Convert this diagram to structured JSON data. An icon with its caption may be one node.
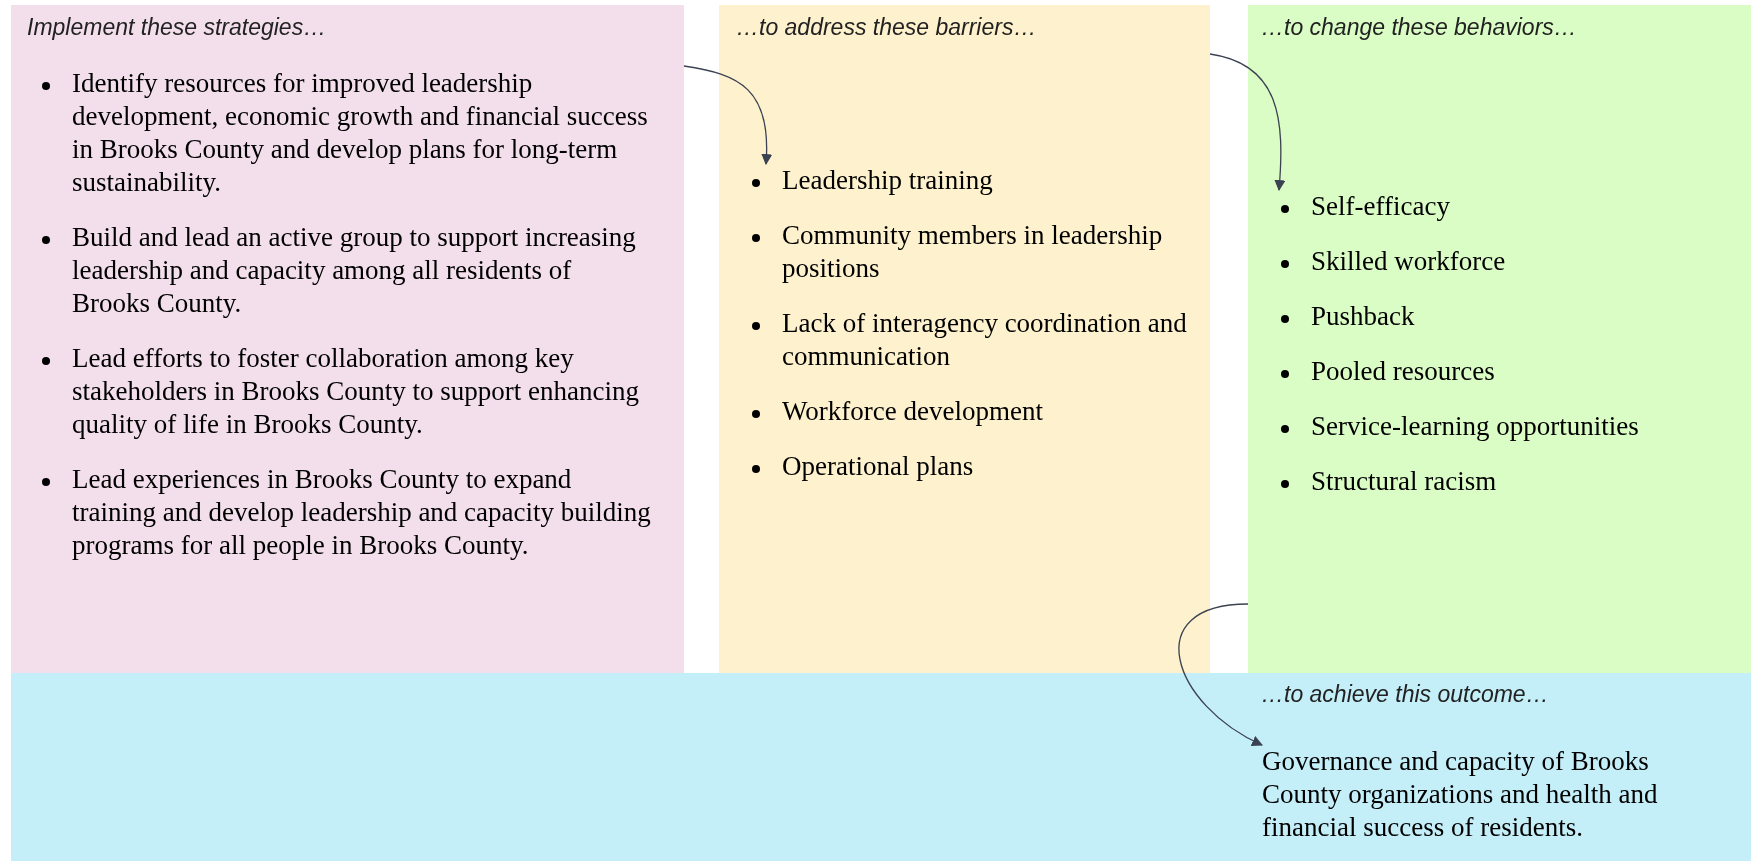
{
  "diagram": {
    "nodes": [
      {
        "text": [
          "Implement these strategies…"
        ]
      },
      {
        "text": [
          "Identify resources for improved leadership development, economic growth and financial success in Brooks County and develop plans for long-term sustainability."
        ],
        "in": 0
      },
      {
        "text": [
          "Build and lead an active group to support increasing leadership and capacity among all residents of Brooks County."
        ],
        "in": 0
      },
      {
        "text": [
          "Lead efforts to foster collaboration among key stakeholders in Brooks County to support enhancing quality of life in Brooks County."
        ],
        "in": 0
      },
      {
        "text": [
          "Lead experiences in Brooks County to expand training and develop leadership and capacity building programs for all people in Brooks County."
        ],
        "in": 0
      },
      {
        "text": [
          "…to address these barriers…"
        ]
      },
      {
        "text": [
          "Leadership training"
        ],
        "in": 5
      },
      {
        "text": [
          "Community members in leadership positions"
        ],
        "in": 5
      },
      {
        "text": [
          "Lack of interagency coordination and communication"
        ],
        "in": 5
      },
      {
        "text": [
          "Workforce development"
        ],
        "in": 5
      },
      {
        "text": [
          "Operational plans"
        ],
        "in": 5
      },
      {
        "text": [
          "…to change these behaviors…"
        ]
      },
      {
        "text": [
          "Self-efficacy"
        ],
        "in": 11
      },
      {
        "text": [
          "Skilled workforce"
        ],
        "in": 11
      },
      {
        "text": [
          "Pushback"
        ],
        "in": 11
      },
      {
        "text": [
          "Pooled resources"
        ],
        "in": 11
      },
      {
        "text": [
          "Service-learning opportunities"
        ],
        "in": 11
      },
      {
        "text": [
          "Structural racism"
        ],
        "in": 11
      },
      {
        "text": [
          "…to achieve this outcome…"
        ]
      },
      {
        "text": [
          "Governance and capacity of Brooks County organizations and health and financial success of residents."
        ],
        "in": 18
      }
    ],
    "edges": [
      {
        "from": 0,
        "to": 6,
        "arrow": "to"
      },
      {
        "from": 5,
        "to": 12,
        "arrow": "to"
      },
      {
        "from": 11,
        "to": 19,
        "arrow": "to"
      }
    ]
  }
}
